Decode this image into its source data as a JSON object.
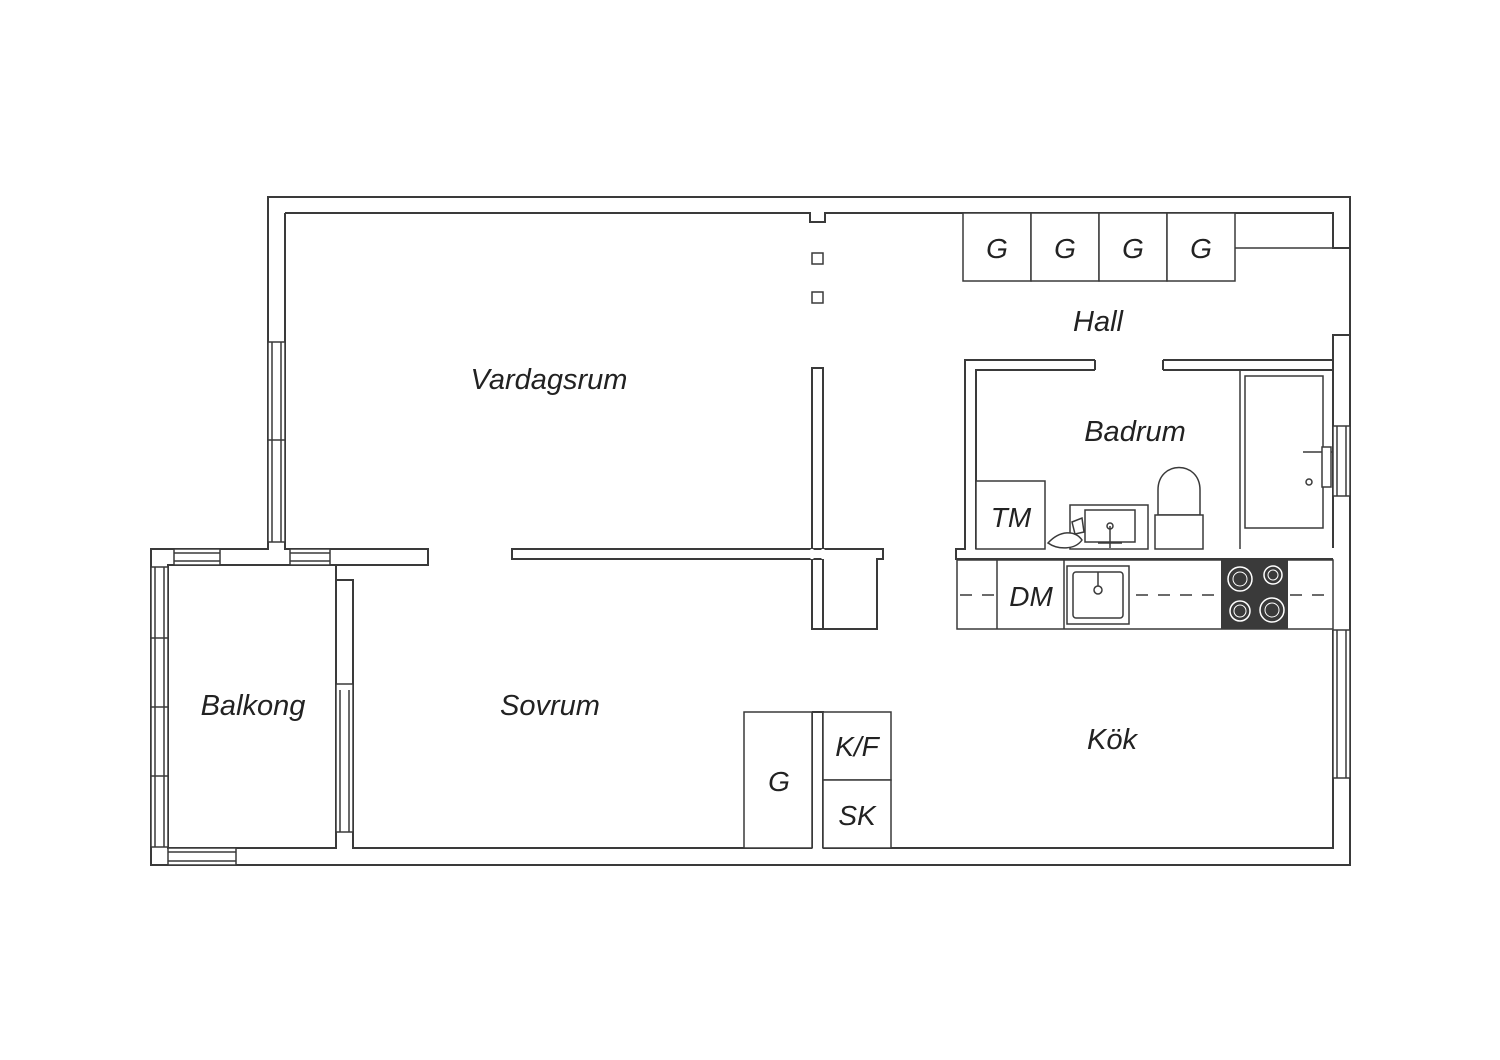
{
  "rooms": {
    "vardagsrum": "Vardagsrum",
    "sovrum": "Sovrum",
    "balkong": "Balkong",
    "hall": "Hall",
    "badrum": "Badrum",
    "kok": "Kök"
  },
  "fixtures": {
    "wardrobe": "G",
    "washing_machine": "TM",
    "dishwasher": "DM",
    "fridge_freezer": "K/F",
    "cabinet": "SK"
  },
  "colors": {
    "line": "#3a3a3a",
    "background": "#ffffff",
    "stove": "#3a3a3a"
  }
}
